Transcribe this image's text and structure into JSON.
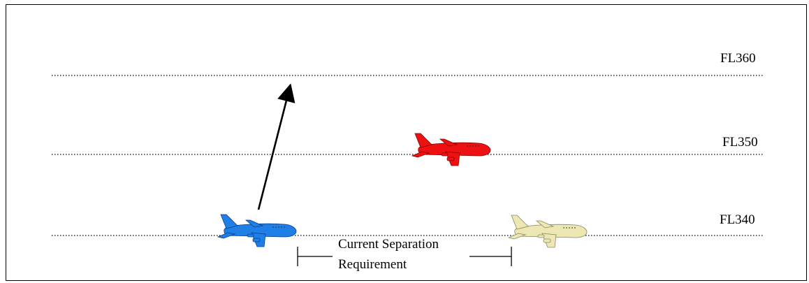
{
  "flight_levels": [
    {
      "label": "FL360"
    },
    {
      "label": "FL350"
    },
    {
      "label": "FL340"
    }
  ],
  "separation": {
    "line1": "Current Separation",
    "line2": "Requirement"
  },
  "aircraft": [
    {
      "name": "climbing-aircraft",
      "color": "#1e7fe6",
      "level": "FL340"
    },
    {
      "name": "intruder-aircraft",
      "color": "#ee1111",
      "level": "FL350"
    },
    {
      "name": "leading-aircraft",
      "color": "#ece7b3",
      "level": "FL340"
    }
  ],
  "colors": {
    "line": "#000000",
    "arrow": "#000000"
  }
}
